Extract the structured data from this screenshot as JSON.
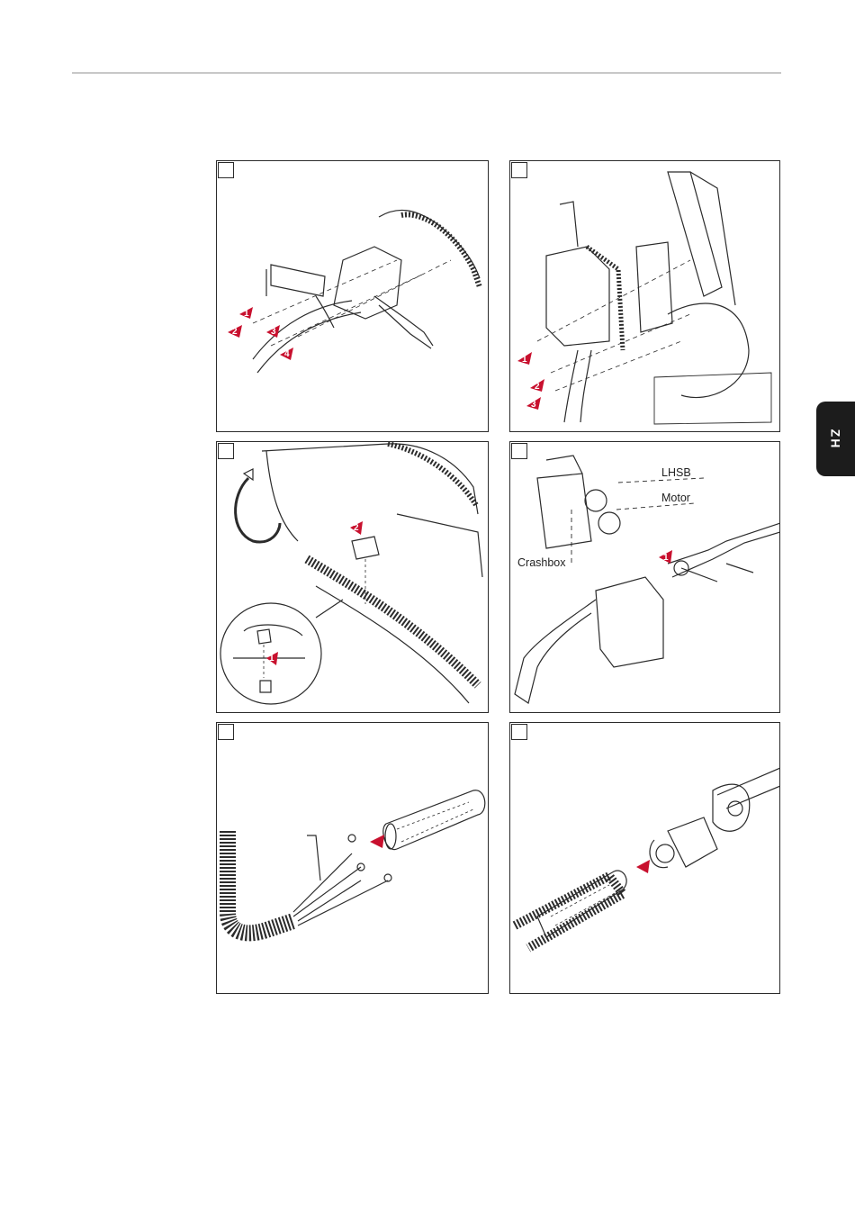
{
  "language_tab": {
    "label": "ZH"
  },
  "panels": {
    "p4": {
      "labels": {
        "lhsb": "LHSB",
        "motor": "Motor",
        "crashbox": "Crashbox"
      }
    }
  },
  "colors": {
    "arrow": "#c8102e",
    "line": "#2b2b2b",
    "tab": "#1c1c1c",
    "rule": "#c8c8c8"
  }
}
